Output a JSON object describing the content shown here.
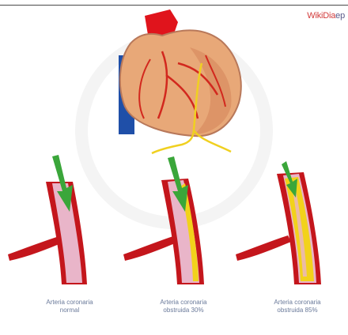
{
  "watermark": {
    "brand": "WikiDia",
    "suffix": "ep"
  },
  "captions": [
    {
      "line1": "Arteria coronaria",
      "line2": "normal"
    },
    {
      "line1": "Arteria coronaria",
      "line2": "obstruida 30%"
    },
    {
      "line1": "Arteria coronaria",
      "line2": "obstruida 85%"
    }
  ],
  "colors": {
    "artery_wall": "#c4161c",
    "artery_lumen": "#e9b5c9",
    "plaque": "#f2d21b",
    "flow_arrow": "#3aa63a",
    "heart_muscle": "#e8a878",
    "aorta": "#e0141c",
    "vena_cava": "#1f4fa8",
    "conduction": "#f0d020"
  },
  "icons": [
    "heart-illustration",
    "flow-arrow-icon"
  ]
}
